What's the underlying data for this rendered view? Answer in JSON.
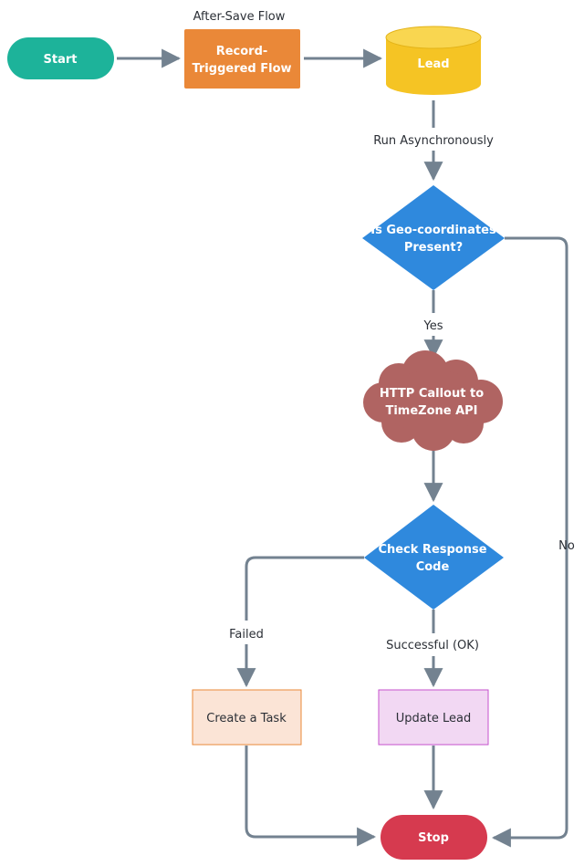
{
  "diagram": {
    "title_label": "After-Save Flow",
    "nodes": {
      "start": "Start",
      "record_flow_line1": "Record-",
      "record_flow_line2": "Triggered Flow",
      "lead": "Lead",
      "geo_check_line1": "Is Geo-coordinates",
      "geo_check_line2": "Present?",
      "http_callout_line1": "HTTP Callout to",
      "http_callout_line2": "TimeZone API",
      "response_check_line1": "Check Response",
      "response_check_line2": "Code",
      "create_task": "Create a Task",
      "update_lead": "Update Lead",
      "stop": "Stop"
    },
    "edges": {
      "run_async": "Run Asynchronously",
      "yes": "Yes",
      "no": "No",
      "failed": "Failed",
      "successful": "Successful (OK)"
    },
    "colors": {
      "start": "#1db39a",
      "record_flow": "#ea8838",
      "lead": "#f5c424",
      "decision": "#2f89dd",
      "cloud": "#b06462",
      "task_fill": "#fbe4d6",
      "task_border": "#ea8838",
      "update_fill": "#f2d8f3",
      "update_border": "#c552cc",
      "stop": "#d63a4f",
      "connector": "#738290",
      "text_dark": "#2b2f36"
    }
  }
}
